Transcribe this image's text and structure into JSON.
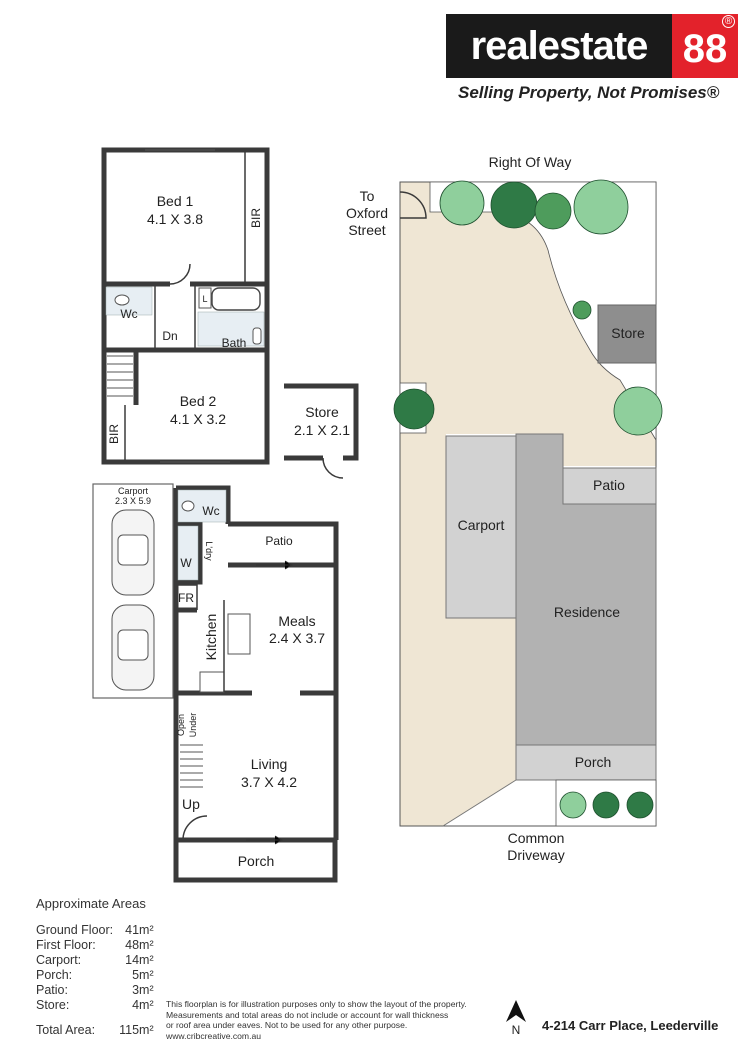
{
  "brand": {
    "name": "realestate",
    "number": "88",
    "registered": "®",
    "tagline": "Selling Property, Not Promises®"
  },
  "first_floor": {
    "bed1": {
      "name": "Bed 1",
      "size": "4.1 X 3.8"
    },
    "bed2": {
      "name": "Bed 2",
      "size": "4.1 X 3.2"
    },
    "bir_top": "BIR",
    "bir_bottom": "BIR",
    "wc": "Wc",
    "dn": "Dn",
    "bath": "Bath",
    "linen": "L"
  },
  "store_small": {
    "name": "Store",
    "size": "2.1 X 2.1"
  },
  "ground_floor": {
    "carport": {
      "name": "Carport",
      "size": "2.3 X 5.9"
    },
    "wc": "Wc",
    "ldry": "L'dry",
    "w": "W",
    "patio": "Patio",
    "fr": "FR",
    "kitchen": "Kitchen",
    "meals": {
      "name": "Meals",
      "size": "2.4 X 3.7"
    },
    "living": {
      "name": "Living",
      "size": "3.7 X 4.2"
    },
    "open_under": [
      "Open",
      "Under"
    ],
    "up": "Up",
    "porch": "Porch"
  },
  "site_plan": {
    "right_of_way": "Right Of Way",
    "to_oxford": [
      "To",
      "Oxford",
      "Street"
    ],
    "store": "Store",
    "patio": "Patio",
    "carport": "Carport",
    "residence": "Residence",
    "porch": "Porch",
    "common_driveway": [
      "Common",
      "Driveway"
    ]
  },
  "areas": {
    "heading": "Approximate Areas",
    "rows": [
      {
        "label": "Ground Floor:",
        "value": "41m²"
      },
      {
        "label": "First Floor:",
        "value": "48m²"
      },
      {
        "label": "Carport:",
        "value": "14m²"
      },
      {
        "label": "Porch:",
        "value": "5m²"
      },
      {
        "label": "Patio:",
        "value": "3m²"
      },
      {
        "label": "Store:",
        "value": "4m²"
      }
    ],
    "total": {
      "label": "Total Area:",
      "value": "115m²"
    }
  },
  "disclaimer": [
    "This floorplan is for illustration purposes only to show the layout of the property.",
    "Measurements and total areas do not include or account for wall thickness",
    "or roof area under eaves. Not to be used for any other purpose.",
    "www.cribcreative.com.au"
  ],
  "north": "N",
  "address": "4-214 Carr Place, Leederville",
  "colors": {
    "ground": "#efe6d4",
    "building": "#b2b2b2",
    "building_light": "#d2d2d2",
    "store": "#8e8e8e",
    "tree_dark": "#2f7a46",
    "tree_mid": "#4e9c5c",
    "tree_light": "#8fcf9c",
    "brand_red": "#e3222b"
  }
}
